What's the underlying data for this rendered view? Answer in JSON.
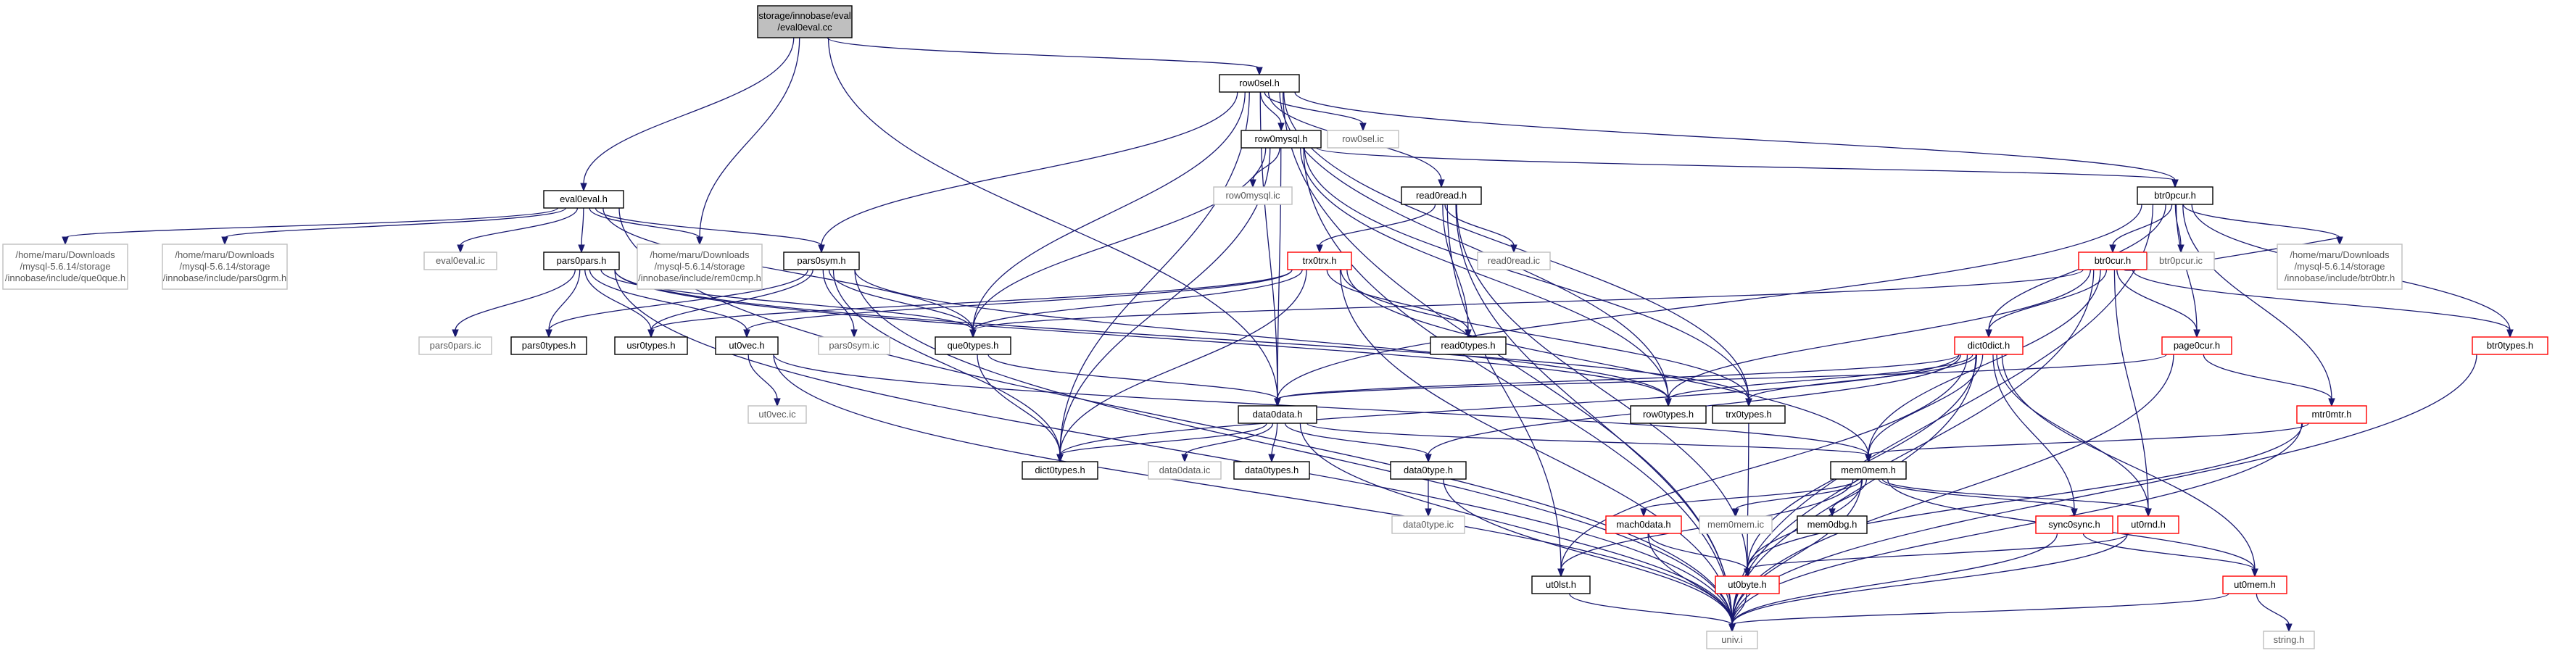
{
  "nodes": [
    {
      "id": "root",
      "lines": [
        "storage/innobase/eval",
        "/eval0eval.cc"
      ],
      "kind": "root"
    },
    {
      "id": "row0sel_h",
      "lines": [
        "row0sel.h"
      ],
      "kind": "black"
    },
    {
      "id": "row0mysql_h",
      "lines": [
        "row0mysql.h"
      ],
      "kind": "black"
    },
    {
      "id": "row0sel_ic",
      "lines": [
        "row0sel.ic"
      ],
      "kind": "gray"
    },
    {
      "id": "eval0eval_h",
      "lines": [
        "eval0eval.h"
      ],
      "kind": "black"
    },
    {
      "id": "read0read_h",
      "lines": [
        "read0read.h"
      ],
      "kind": "black"
    },
    {
      "id": "row0mysql_ic",
      "lines": [
        "row0mysql.ic"
      ],
      "kind": "gray"
    },
    {
      "id": "btr0pcur_h",
      "lines": [
        "btr0pcur.h"
      ],
      "kind": "black"
    },
    {
      "id": "que0que_h",
      "lines": [
        "/home/maru/Downloads",
        "/mysql-5.6.14/storage",
        "/innobase/include/que0que.h"
      ],
      "kind": "gray"
    },
    {
      "id": "pars0grm_h",
      "lines": [
        "/home/maru/Downloads",
        "/mysql-5.6.14/storage",
        "/innobase/include/pars0grm.h"
      ],
      "kind": "gray"
    },
    {
      "id": "eval0eval_ic",
      "lines": [
        "eval0eval.ic"
      ],
      "kind": "gray"
    },
    {
      "id": "pars0pars_h",
      "lines": [
        "pars0pars.h"
      ],
      "kind": "black"
    },
    {
      "id": "rem0cmp_h",
      "lines": [
        "/home/maru/Downloads",
        "/mysql-5.6.14/storage",
        "/innobase/include/rem0cmp.h"
      ],
      "kind": "gray"
    },
    {
      "id": "pars0sym_h",
      "lines": [
        "pars0sym.h"
      ],
      "kind": "black"
    },
    {
      "id": "trx0trx_h",
      "lines": [
        "trx0trx.h"
      ],
      "kind": "red"
    },
    {
      "id": "read0read_ic",
      "lines": [
        "read0read.ic"
      ],
      "kind": "gray"
    },
    {
      "id": "btr0cur_h",
      "lines": [
        "btr0cur.h"
      ],
      "kind": "red"
    },
    {
      "id": "btr0pcur_ic",
      "lines": [
        "btr0pcur.ic"
      ],
      "kind": "gray"
    },
    {
      "id": "btr0btr_h",
      "lines": [
        "/home/maru/Downloads",
        "/mysql-5.6.14/storage",
        "/innobase/include/btr0btr.h"
      ],
      "kind": "gray"
    },
    {
      "id": "btr0types_h",
      "lines": [
        "btr0types.h"
      ],
      "kind": "red"
    },
    {
      "id": "pars0pars_ic",
      "lines": [
        "pars0pars.ic"
      ],
      "kind": "gray"
    },
    {
      "id": "pars0types_h",
      "lines": [
        "pars0types.h"
      ],
      "kind": "black"
    },
    {
      "id": "usr0types_h",
      "lines": [
        "usr0types.h"
      ],
      "kind": "black"
    },
    {
      "id": "ut0vec_h",
      "lines": [
        "ut0vec.h"
      ],
      "kind": "black"
    },
    {
      "id": "pars0sym_ic",
      "lines": [
        "pars0sym.ic"
      ],
      "kind": "gray"
    },
    {
      "id": "que0types_h",
      "lines": [
        "que0types.h"
      ],
      "kind": "black"
    },
    {
      "id": "read0types_h",
      "lines": [
        "read0types.h"
      ],
      "kind": "black"
    },
    {
      "id": "dict0dict_h",
      "lines": [
        "dict0dict.h"
      ],
      "kind": "red"
    },
    {
      "id": "page0cur_h",
      "lines": [
        "page0cur.h"
      ],
      "kind": "red"
    },
    {
      "id": "ut0vec_ic",
      "lines": [
        "ut0vec.ic"
      ],
      "kind": "gray"
    },
    {
      "id": "data0data_h",
      "lines": [
        "data0data.h"
      ],
      "kind": "black"
    },
    {
      "id": "row0types_h",
      "lines": [
        "row0types.h"
      ],
      "kind": "black"
    },
    {
      "id": "trx0types_h",
      "lines": [
        "trx0types.h"
      ],
      "kind": "black"
    },
    {
      "id": "mtr0mtr_h",
      "lines": [
        "mtr0mtr.h"
      ],
      "kind": "red"
    },
    {
      "id": "dict0types_h",
      "lines": [
        "dict0types.h"
      ],
      "kind": "black"
    },
    {
      "id": "data0data_ic",
      "lines": [
        "data0data.ic"
      ],
      "kind": "gray"
    },
    {
      "id": "data0types_h",
      "lines": [
        "data0types.h"
      ],
      "kind": "black"
    },
    {
      "id": "data0type_h",
      "lines": [
        "data0type.h"
      ],
      "kind": "black"
    },
    {
      "id": "mem0mem_h",
      "lines": [
        "mem0mem.h"
      ],
      "kind": "black"
    },
    {
      "id": "data0type_ic",
      "lines": [
        "data0type.ic"
      ],
      "kind": "gray"
    },
    {
      "id": "mach0data_h",
      "lines": [
        "mach0data.h"
      ],
      "kind": "red"
    },
    {
      "id": "mem0mem_ic",
      "lines": [
        "mem0mem.ic"
      ],
      "kind": "gray"
    },
    {
      "id": "mem0dbg_h",
      "lines": [
        "mem0dbg.h"
      ],
      "kind": "black"
    },
    {
      "id": "sync0sync_h",
      "lines": [
        "sync0sync.h"
      ],
      "kind": "red"
    },
    {
      "id": "ut0rnd_h",
      "lines": [
        "ut0rnd.h"
      ],
      "kind": "red"
    },
    {
      "id": "ut0lst_h",
      "lines": [
        "ut0lst.h"
      ],
      "kind": "black"
    },
    {
      "id": "ut0byte_h",
      "lines": [
        "ut0byte.h"
      ],
      "kind": "red"
    },
    {
      "id": "ut0mem_h",
      "lines": [
        "ut0mem.h"
      ],
      "kind": "red"
    },
    {
      "id": "univ_i",
      "lines": [
        "univ.i"
      ],
      "kind": "gray"
    },
    {
      "id": "string_h",
      "lines": [
        "string.h"
      ],
      "kind": "gray"
    }
  ],
  "edges": [
    [
      "root",
      "row0sel_h"
    ],
    [
      "root",
      "eval0eval_h"
    ],
    [
      "root",
      "rem0cmp_h"
    ],
    [
      "root",
      "data0data_h"
    ],
    [
      "row0sel_h",
      "row0mysql_h"
    ],
    [
      "row0sel_h",
      "row0sel_ic"
    ],
    [
      "row0sel_h",
      "read0read_h"
    ],
    [
      "row0sel_h",
      "btr0pcur_h"
    ],
    [
      "row0sel_h",
      "pars0sym_h"
    ],
    [
      "row0sel_h",
      "que0types_h"
    ],
    [
      "row0sel_h",
      "dict0types_h"
    ],
    [
      "row0sel_h",
      "data0data_h"
    ],
    [
      "row0sel_h",
      "row0types_h"
    ],
    [
      "row0sel_h",
      "trx0types_h"
    ],
    [
      "row0sel_h",
      "univ_i"
    ],
    [
      "row0mysql_h",
      "row0mysql_ic"
    ],
    [
      "row0mysql_h",
      "btr0pcur_h"
    ],
    [
      "row0mysql_h",
      "que0types_h"
    ],
    [
      "row0mysql_h",
      "dict0types_h"
    ],
    [
      "row0mysql_h",
      "data0data_h"
    ],
    [
      "row0mysql_h",
      "row0types_h"
    ],
    [
      "row0mysql_h",
      "trx0types_h"
    ],
    [
      "row0mysql_h",
      "univ_i"
    ],
    [
      "eval0eval_h",
      "que0que_h"
    ],
    [
      "eval0eval_h",
      "pars0grm_h"
    ],
    [
      "eval0eval_h",
      "eval0eval_ic"
    ],
    [
      "eval0eval_h",
      "pars0pars_h"
    ],
    [
      "eval0eval_h",
      "rem0cmp_h"
    ],
    [
      "eval0eval_h",
      "pars0sym_h"
    ],
    [
      "eval0eval_h",
      "que0types_h"
    ],
    [
      "eval0eval_h",
      "univ_i"
    ],
    [
      "read0read_h",
      "read0read_ic"
    ],
    [
      "read0read_h",
      "trx0trx_h"
    ],
    [
      "read0read_h",
      "read0types_h"
    ],
    [
      "read0read_h",
      "ut0lst_h"
    ],
    [
      "read0read_h",
      "ut0byte_h"
    ],
    [
      "read0read_h",
      "univ_i"
    ],
    [
      "btr0pcur_h",
      "btr0cur_h"
    ],
    [
      "btr0pcur_h",
      "btr0pcur_ic"
    ],
    [
      "btr0pcur_h",
      "btr0btr_h"
    ],
    [
      "btr0pcur_h",
      "btr0types_h"
    ],
    [
      "btr0pcur_h",
      "dict0dict_h"
    ],
    [
      "btr0pcur_h",
      "page0cur_h"
    ],
    [
      "btr0pcur_h",
      "mtr0mtr_h"
    ],
    [
      "btr0pcur_h",
      "data0data_h"
    ],
    [
      "btr0pcur_h",
      "univ_i"
    ],
    [
      "pars0pars_h",
      "pars0pars_ic"
    ],
    [
      "pars0pars_h",
      "pars0types_h"
    ],
    [
      "pars0pars_h",
      "usr0types_h"
    ],
    [
      "pars0pars_h",
      "ut0vec_h"
    ],
    [
      "pars0pars_h",
      "que0types_h"
    ],
    [
      "pars0pars_h",
      "row0types_h"
    ],
    [
      "pars0pars_h",
      "trx0types_h"
    ],
    [
      "pars0pars_h",
      "univ_i"
    ],
    [
      "pars0sym_h",
      "pars0sym_ic"
    ],
    [
      "pars0sym_h",
      "pars0types_h"
    ],
    [
      "pars0sym_h",
      "usr0types_h"
    ],
    [
      "pars0sym_h",
      "que0types_h"
    ],
    [
      "pars0sym_h",
      "dict0types_h"
    ],
    [
      "pars0sym_h",
      "row0types_h"
    ],
    [
      "pars0sym_h",
      "univ_i"
    ],
    [
      "trx0trx_h",
      "usr0types_h"
    ],
    [
      "trx0trx_h",
      "ut0vec_h"
    ],
    [
      "trx0trx_h",
      "que0types_h"
    ],
    [
      "trx0trx_h",
      "read0types_h"
    ],
    [
      "trx0trx_h",
      "dict0types_h"
    ],
    [
      "trx0trx_h",
      "trx0types_h"
    ],
    [
      "trx0trx_h",
      "mem0mem_h"
    ],
    [
      "trx0trx_h",
      "univ_i"
    ],
    [
      "btr0cur_h",
      "btr0btr_h"
    ],
    [
      "btr0cur_h",
      "btr0types_h"
    ],
    [
      "btr0cur_h",
      "dict0dict_h"
    ],
    [
      "btr0cur_h",
      "page0cur_h"
    ],
    [
      "btr0cur_h",
      "que0types_h"
    ],
    [
      "btr0cur_h",
      "row0types_h"
    ],
    [
      "btr0cur_h",
      "mem0mem_h"
    ],
    [
      "btr0cur_h",
      "ut0rnd_h"
    ],
    [
      "btr0cur_h",
      "univ_i"
    ],
    [
      "btr0types_h",
      "univ_i"
    ],
    [
      "ut0vec_h",
      "ut0vec_ic"
    ],
    [
      "ut0vec_h",
      "mem0mem_h"
    ],
    [
      "ut0vec_h",
      "univ_i"
    ],
    [
      "que0types_h",
      "data0data_h"
    ],
    [
      "que0types_h",
      "dict0types_h"
    ],
    [
      "dict0dict_h",
      "data0data_h"
    ],
    [
      "dict0dict_h",
      "dict0types_h"
    ],
    [
      "dict0dict_h",
      "row0types_h"
    ],
    [
      "dict0dict_h",
      "trx0types_h"
    ],
    [
      "dict0dict_h",
      "data0type_h"
    ],
    [
      "dict0dict_h",
      "mem0mem_h"
    ],
    [
      "dict0dict_h",
      "sync0sync_h"
    ],
    [
      "dict0dict_h",
      "ut0rnd_h"
    ],
    [
      "dict0dict_h",
      "ut0lst_h"
    ],
    [
      "dict0dict_h",
      "ut0byte_h"
    ],
    [
      "dict0dict_h",
      "ut0mem_h"
    ],
    [
      "dict0dict_h",
      "univ_i"
    ],
    [
      "page0cur_h",
      "data0data_h"
    ],
    [
      "page0cur_h",
      "mtr0mtr_h"
    ],
    [
      "page0cur_h",
      "univ_i"
    ],
    [
      "data0data_h",
      "dict0types_h"
    ],
    [
      "data0data_h",
      "data0data_ic"
    ],
    [
      "data0data_h",
      "data0types_h"
    ],
    [
      "data0data_h",
      "data0type_h"
    ],
    [
      "data0data_h",
      "mem0mem_h"
    ],
    [
      "data0data_h",
      "univ_i"
    ],
    [
      "trx0types_h",
      "ut0byte_h"
    ],
    [
      "mtr0mtr_h",
      "mem0mem_h"
    ],
    [
      "mtr0mtr_h",
      "ut0byte_h"
    ],
    [
      "mtr0mtr_h",
      "univ_i"
    ],
    [
      "data0type_h",
      "data0type_ic"
    ],
    [
      "data0type_h",
      "univ_i"
    ],
    [
      "mem0mem_h",
      "mach0data_h"
    ],
    [
      "mem0mem_h",
      "mem0mem_ic"
    ],
    [
      "mem0mem_h",
      "mem0dbg_h"
    ],
    [
      "mem0mem_h",
      "sync0sync_h"
    ],
    [
      "mem0mem_h",
      "ut0rnd_h"
    ],
    [
      "mem0mem_h",
      "ut0lst_h"
    ],
    [
      "mem0mem_h",
      "ut0byte_h"
    ],
    [
      "mem0mem_h",
      "ut0mem_h"
    ],
    [
      "mem0mem_h",
      "univ_i"
    ],
    [
      "mach0data_h",
      "ut0byte_h"
    ],
    [
      "mach0data_h",
      "univ_i"
    ],
    [
      "sync0sync_h",
      "ut0mem_h"
    ],
    [
      "sync0sync_h",
      "univ_i"
    ],
    [
      "ut0rnd_h",
      "ut0byte_h"
    ],
    [
      "ut0rnd_h",
      "univ_i"
    ],
    [
      "ut0lst_h",
      "univ_i"
    ],
    [
      "ut0byte_h",
      "univ_i"
    ],
    [
      "ut0mem_h",
      "string_h"
    ],
    [
      "ut0mem_h",
      "univ_i"
    ]
  ]
}
